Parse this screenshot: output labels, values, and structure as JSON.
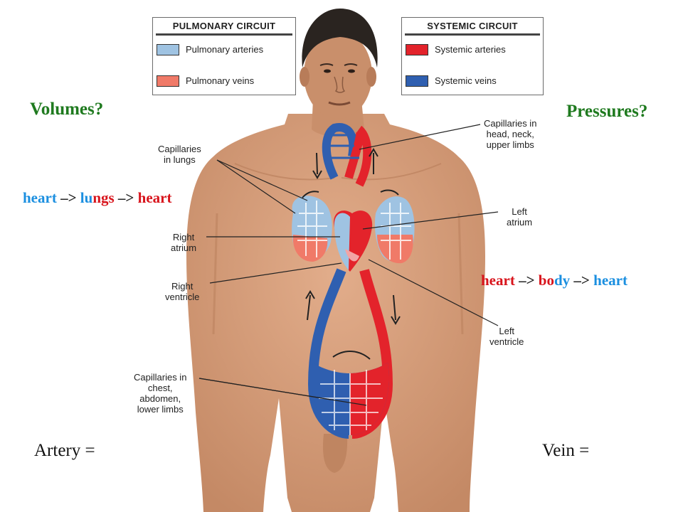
{
  "legend_pulmonary": {
    "title": "PULMONARY CIRCUIT",
    "items": [
      {
        "label": "Pulmonary arteries",
        "color": "#9fc3e2"
      },
      {
        "label": "Pulmonary veins",
        "color": "#f07a68"
      }
    ]
  },
  "legend_systemic": {
    "title": "SYSTEMIC CIRCUIT",
    "items": [
      {
        "label": "Systemic arteries",
        "color": "#e3232b"
      },
      {
        "label": "Systemic veins",
        "color": "#2f5fb0"
      }
    ]
  },
  "headings": {
    "volumes": "Volumes?",
    "pressures": "Pressures?"
  },
  "pulmonary_flow": {
    "part1": "heart",
    "part2": " –> ",
    "part3": "lu",
    "part4": "ngs",
    "part5": " –> ",
    "part6": "heart"
  },
  "systemic_flow": {
    "part1": "heart",
    "part2": " –> ",
    "part3": "bo",
    "part4": "dy",
    "part5": " –> ",
    "part6": "heart"
  },
  "labels": {
    "capillaries_lungs": "Capillaries\nin lungs",
    "capillaries_head": "Capillaries in\nhead, neck,\nupper limbs",
    "right_atrium": "Right\natrium",
    "left_atrium": "Left\natrium",
    "right_ventricle": "Right\nventricle",
    "left_ventricle": "Left\nventricle",
    "capillaries_chest": "Capillaries in\nchest,\nabdomen,\nlower limbs"
  },
  "bottom": {
    "artery": "Artery =",
    "vein": "Vein ="
  },
  "colors": {
    "skin": "#d9a07c",
    "skin_shade": "#c48965",
    "hair": "#2a2420",
    "heading_green": "#1f7a1f",
    "flow_blue": "#1b8fe0",
    "flow_red": "#d8141c",
    "flow_dark": "#222222"
  }
}
